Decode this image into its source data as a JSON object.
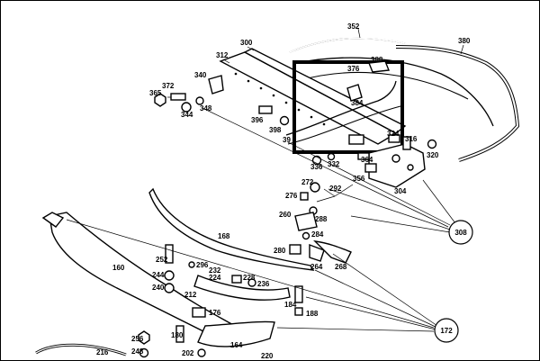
{
  "labels": {
    "p352": "352",
    "p380": "380",
    "p300": "300",
    "p312": "312",
    "p340": "340",
    "p372": "372",
    "p365": "365",
    "p344": "344",
    "p348": "348",
    "p376": "376",
    "p388": "388",
    "p384": "384",
    "p396": "396",
    "p398": "398",
    "p390": "39",
    "p324": "324",
    "p316": "316",
    "p320": "320",
    "p336": "336",
    "p332": "332",
    "p364": "364",
    "p356": "356",
    "p304": "304",
    "p272": "272",
    "p292": "292",
    "p276": "276",
    "p288": "288",
    "p260": "260",
    "p284": "284",
    "p280": "280",
    "p264": "264",
    "p268": "268",
    "p168": "168",
    "p252": "252",
    "p296": "296",
    "p244": "244",
    "p232": "232",
    "p224": "224",
    "p228": "228",
    "p236": "236",
    "p160": "160",
    "p240": "240",
    "p212": "212",
    "p184": "184",
    "p188": "188",
    "p176": "176",
    "p256": "256",
    "p180": "180",
    "p248": "248",
    "p202": "202",
    "p164": "164",
    "p216": "216",
    "p220": "220"
  },
  "callouts": {
    "c308": "308",
    "c172": "172"
  }
}
